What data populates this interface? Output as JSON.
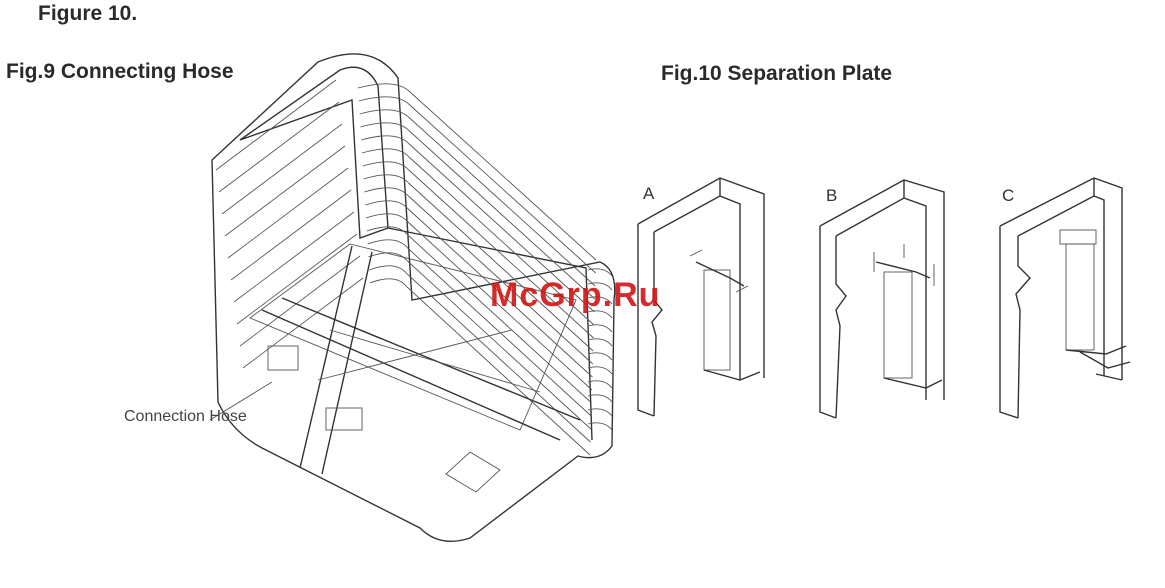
{
  "heading": "Figure 10.",
  "fig9": {
    "caption": "Fig.9 Connecting Hose",
    "callout": "Connection Hose",
    "icon": "tank-assembly-illustration"
  },
  "fig10": {
    "caption": "Fig.10 Separation Plate",
    "panels": [
      {
        "letter": "A",
        "icon": "separation-plate-step-a"
      },
      {
        "letter": "B",
        "icon": "separation-plate-step-b"
      },
      {
        "letter": "C",
        "icon": "separation-plate-step-c"
      }
    ]
  },
  "watermark": "McGrp.Ru"
}
